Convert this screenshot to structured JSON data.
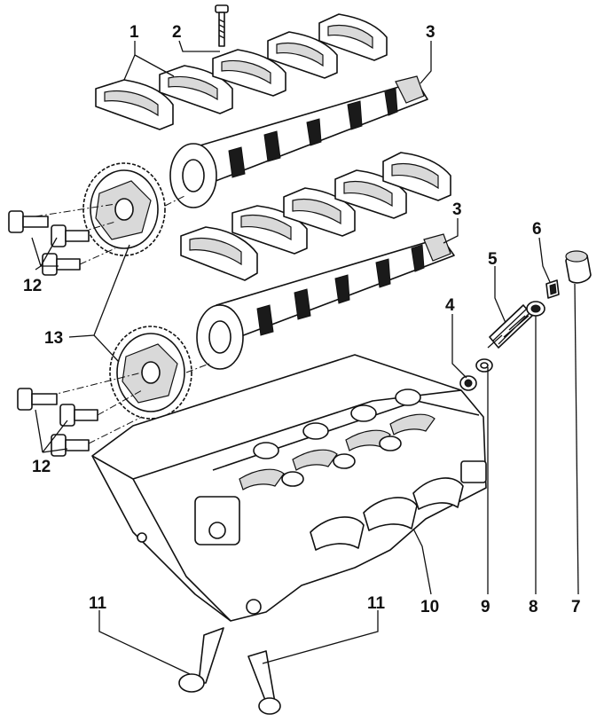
{
  "callouts": [
    {
      "id": "c1",
      "label": "1"
    },
    {
      "id": "c2",
      "label": "2"
    },
    {
      "id": "c3a",
      "label": "3"
    },
    {
      "id": "c3b",
      "label": "3"
    },
    {
      "id": "c4",
      "label": "4"
    },
    {
      "id": "c5",
      "label": "5"
    },
    {
      "id": "c6",
      "label": "6"
    },
    {
      "id": "c7",
      "label": "7"
    },
    {
      "id": "c8",
      "label": "8"
    },
    {
      "id": "c9",
      "label": "9"
    },
    {
      "id": "c10",
      "label": "10"
    },
    {
      "id": "c11a",
      "label": "11"
    },
    {
      "id": "c11b",
      "label": "11"
    },
    {
      "id": "c12a",
      "label": "12"
    },
    {
      "id": "c12b",
      "label": "12"
    },
    {
      "id": "c13",
      "label": "13"
    }
  ]
}
